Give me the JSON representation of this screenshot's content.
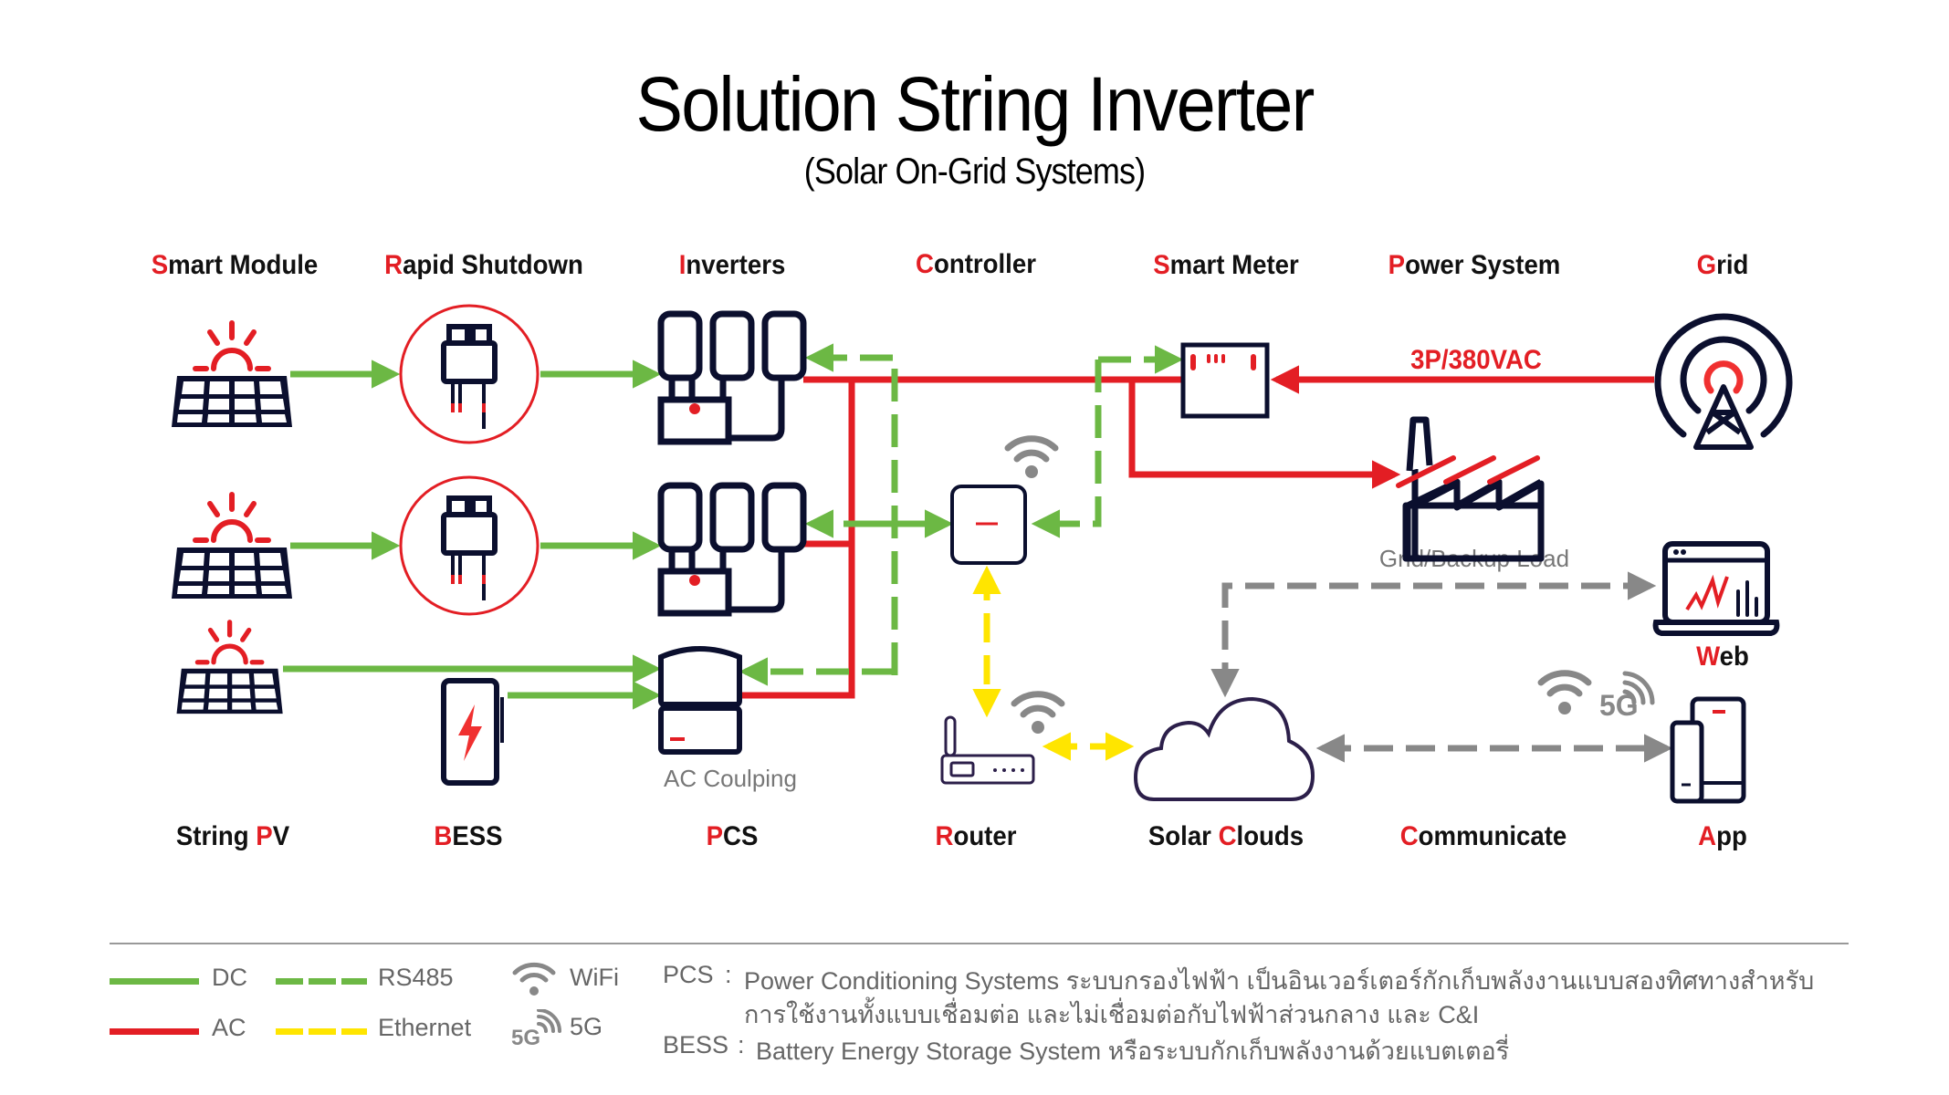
{
  "title": "Solution String Inverter",
  "subtitle": "(Solar On-Grid Systems)",
  "colors": {
    "dc": "#6cb844",
    "ac": "#e31e24",
    "rs485": "#6cb844",
    "ethernet": "#ffe500",
    "wireless": "#888888",
    "icon_outline": "#0b0f2e",
    "accent": "#e31e24"
  },
  "top_labels": [
    {
      "first": "S",
      "rest": "mart Module"
    },
    {
      "first": "R",
      "rest": "apid Shutdown"
    },
    {
      "first": "I",
      "rest": "nverters"
    },
    {
      "first": "C",
      "rest": "ontroller"
    },
    {
      "first": "S",
      "rest": "mart Meter"
    },
    {
      "first": "P",
      "rest": "ower System"
    },
    {
      "first": "G",
      "rest": "rid"
    }
  ],
  "bottom_labels": [
    {
      "pre": "String ",
      "hl": "P",
      "post": "V"
    },
    {
      "pre": "",
      "hl": "B",
      "post": "ESS"
    },
    {
      "pre": "",
      "hl": "P",
      "post": "CS"
    },
    {
      "pre": "",
      "hl": "R",
      "post": "outer"
    },
    {
      "pre": "Solar ",
      "hl": "C",
      "post": "louds"
    },
    {
      "pre": "",
      "hl": "C",
      "post": "ommunicate"
    },
    {
      "pre": "",
      "hl": "A",
      "post": "pp"
    }
  ],
  "web_label": {
    "hl": "W",
    "post": "eb"
  },
  "voltage_label": "3P/380VAC",
  "ac_coupling_label": "AC Coulping",
  "load_label": "Grid/Backup Load",
  "fiveg_badge": "5G",
  "icons": {
    "solar_panel": "solar-panel-icon",
    "rapid_shutdown": "rapid-shutdown-device-icon",
    "inverter": "string-inverter-icon",
    "pcs": "pcs-ac-coupling-icon",
    "battery": "battery-bolt-icon",
    "controller": "controller-box-icon",
    "router": "router-icon",
    "wifi": "wifi-icon",
    "smart_meter": "smart-meter-icon",
    "factory": "factory-load-icon",
    "grid": "grid-tower-icon",
    "cloud": "cloud-icon",
    "web": "laptop-dashboard-icon",
    "app": "mobile-devices-icon",
    "fiveg": "5g-signal-icon"
  },
  "legend": {
    "dc": "DC",
    "ac": "AC",
    "rs485": "RS485",
    "ethernet": "Ethernet",
    "wifi": "WiFi",
    "fiveg": "5G",
    "fiveg_icon_text": "5G"
  },
  "notes": [
    {
      "term": "PCS",
      "sep": ":",
      "line1": "Power Conditioning Systems ระบบกรองไฟฟ้า เป็นอินเวอร์เตอร์กักเก็บพลังงานแบบสองทิศทางสำหรับ",
      "line2": "การใช้งานทั้งแบบเชื่อมต่อ และไม่เชื่อมต่อกับไฟฟ้าส่วนกลาง และ C&I"
    },
    {
      "term": "BESS",
      "sep": ":",
      "line1": "Battery Energy Storage System หรือระบบกักเก็บพลังงานด้วยแบตเตอรี่"
    }
  ]
}
